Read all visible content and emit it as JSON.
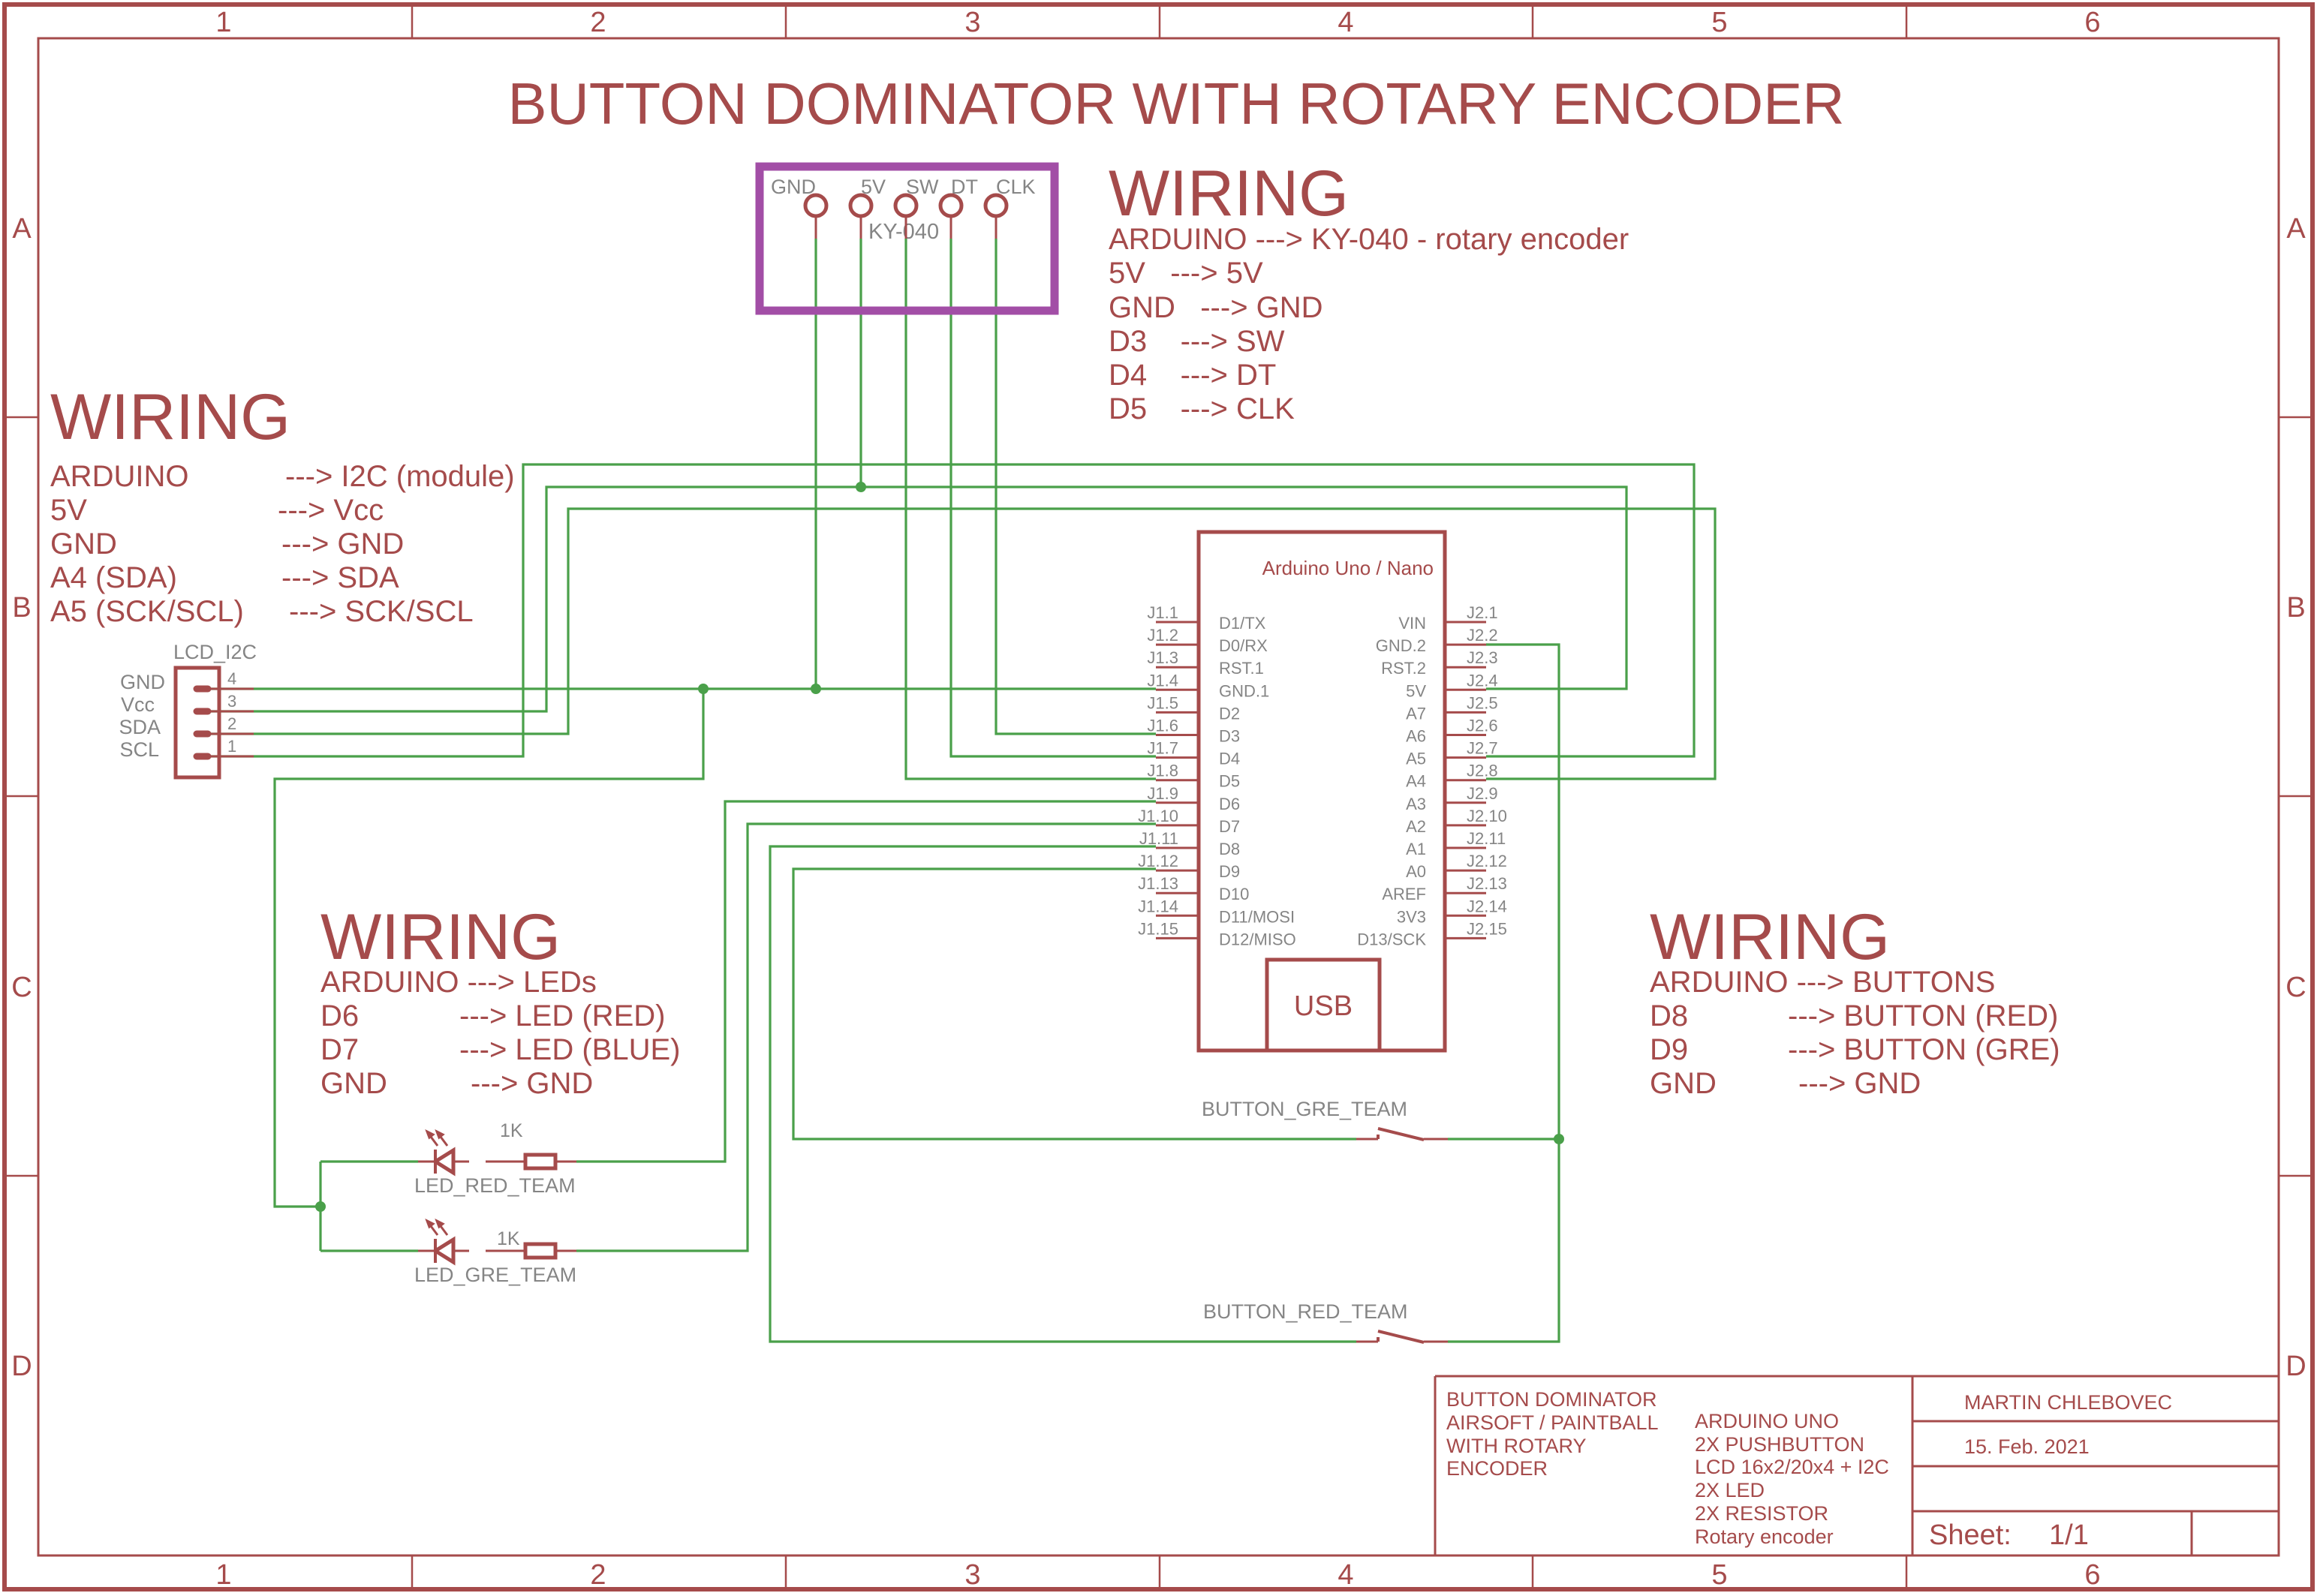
{
  "sheet": {
    "title": "BUTTON DOMINATOR WITH ROTARY ENCODER",
    "columns": [
      "1",
      "2",
      "3",
      "4",
      "5",
      "6"
    ],
    "rows": [
      "A",
      "B",
      "C",
      "D"
    ],
    "colors": {
      "frame": "#a54b4b",
      "wire": "#4aa04a",
      "label": "#858585",
      "module_outline": "#a24ea6"
    }
  },
  "notes": {
    "encoder": {
      "heading": "WIRING",
      "lines": [
        "ARDUINO  ---> KY-040 - rotary encoder",
        "5V   ---> 5V",
        "GND   ---> GND",
        "D3    ---> SW",
        "D4    ---> DT",
        "D5    ---> CLK"
      ]
    },
    "lcd": {
      "heading": "WIRING",
      "lines": [
        [
          "ARDUINO",
          "---> I2C (module)"
        ],
        [
          "5V",
          "---> Vcc"
        ],
        [
          "GND",
          "---> GND"
        ],
        [
          "A4 (SDA)",
          "---> SDA"
        ],
        [
          "A5 (SCK/SCL)",
          "---> SCK/SCL"
        ]
      ]
    },
    "leds": {
      "heading": "WIRING",
      "lines": [
        [
          "ARDUINO ---> LEDs",
          ""
        ],
        [
          "D6",
          "---> LED (RED)"
        ],
        [
          "D7",
          "---> LED (BLUE)"
        ],
        [
          "GND",
          "---> GND"
        ]
      ]
    },
    "buttons": {
      "heading": "WIRING",
      "lines": [
        [
          "ARDUINO ---> BUTTONS",
          ""
        ],
        [
          "D8",
          "---> BUTTON (RED)"
        ],
        [
          "D9",
          "---> BUTTON (GRE)"
        ],
        [
          "GND",
          "---> GND"
        ]
      ]
    }
  },
  "encoder_module": {
    "name": "KY-040",
    "pins": [
      "GND",
      "5V",
      "SW",
      "DT",
      "CLK"
    ]
  },
  "lcd_connector": {
    "name": "LCD_I2C",
    "pins": [
      {
        "label": "GND",
        "num": "4"
      },
      {
        "label": "Vcc",
        "num": "3"
      },
      {
        "label": "SDA",
        "num": "2"
      },
      {
        "label": "SCL",
        "num": "1"
      }
    ]
  },
  "arduino": {
    "name": "Arduino Uno / Nano",
    "usb_label": "USB",
    "left_pins": [
      {
        "ref": "J1.1",
        "name": "D1/TX"
      },
      {
        "ref": "J1.2",
        "name": "D0/RX"
      },
      {
        "ref": "J1.3",
        "name": "RST.1"
      },
      {
        "ref": "J1.4",
        "name": "GND.1"
      },
      {
        "ref": "J1.5",
        "name": "D2"
      },
      {
        "ref": "J1.6",
        "name": "D3"
      },
      {
        "ref": "J1.7",
        "name": "D4"
      },
      {
        "ref": "J1.8",
        "name": "D5"
      },
      {
        "ref": "J1.9",
        "name": "D6"
      },
      {
        "ref": "J1.10",
        "name": "D7"
      },
      {
        "ref": "J1.11",
        "name": "D8"
      },
      {
        "ref": "J1.12",
        "name": "D9"
      },
      {
        "ref": "J1.13",
        "name": "D10"
      },
      {
        "ref": "J1.14",
        "name": "D11/MOSI"
      },
      {
        "ref": "J1.15",
        "name": "D12/MISO"
      }
    ],
    "right_pins": [
      {
        "ref": "J2.1",
        "name": "VIN"
      },
      {
        "ref": "J2.2",
        "name": "GND.2"
      },
      {
        "ref": "J2.3",
        "name": "RST.2"
      },
      {
        "ref": "J2.4",
        "name": "5V"
      },
      {
        "ref": "J2.5",
        "name": "A7"
      },
      {
        "ref": "J2.6",
        "name": "A6"
      },
      {
        "ref": "J2.7",
        "name": "A5"
      },
      {
        "ref": "J2.8",
        "name": "A4"
      },
      {
        "ref": "J2.9",
        "name": "A3"
      },
      {
        "ref": "J2.10",
        "name": "A2"
      },
      {
        "ref": "J2.11",
        "name": "A1"
      },
      {
        "ref": "J2.12",
        "name": "A0"
      },
      {
        "ref": "J2.13",
        "name": "AREF"
      },
      {
        "ref": "J2.14",
        "name": "3V3"
      },
      {
        "ref": "J2.15",
        "name": "D13/SCK"
      }
    ]
  },
  "components": {
    "led_red": {
      "name": "LED_RED_TEAM",
      "resistor": "1K"
    },
    "led_gre": {
      "name": "LED_GRE_TEAM",
      "resistor": "1K"
    },
    "button_gre": {
      "name": "BUTTON_GRE_TEAM"
    },
    "button_red": {
      "name": "BUTTON_RED_TEAM"
    }
  },
  "title_block": {
    "project_lines": [
      "BUTTON DOMINATOR",
      "AIRSOFT / PAINTBALL",
      "WITH ROTARY",
      "ENCODER"
    ],
    "bom_lines": [
      "ARDUINO UNO",
      "2X PUSHBUTTON",
      "LCD 16x2/20x4 + I2C",
      "2X LED",
      "2X RESISTOR",
      "Rotary encoder"
    ],
    "author": "MARTIN CHLEBOVEC",
    "date": "15. Feb. 2021",
    "sheet_label": "Sheet:",
    "sheet_value": "1/1"
  }
}
